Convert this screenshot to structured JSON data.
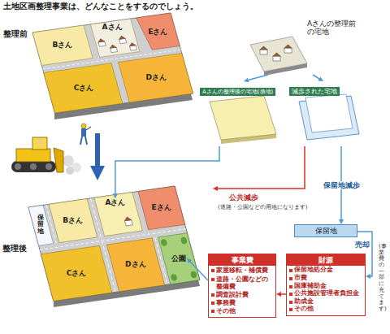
{
  "diagram": {
    "title": "土地区画整理事業は、どんなことをするのでしょう。",
    "nodes": [
      {
        "text": [
          "整理前"
        ]
      },
      {
        "text": [
          "Bさん"
        ],
        "in": 0
      },
      {
        "text": [
          "Aさん"
        ],
        "in": 0
      },
      {
        "text": [
          "Eさん"
        ],
        "in": 0
      },
      {
        "text": [
          "Cさん"
        ],
        "in": 0
      },
      {
        "text": [
          "Dさん"
        ],
        "in": 0
      },
      {
        "text": [
          "Aさんの整理前の宅地"
        ]
      },
      {
        "text": [
          "Aさんの整理後の宅地(換地)"
        ]
      },
      {
        "text": [
          "減歩された宅地"
        ]
      },
      {
        "text": [
          "整理後"
        ]
      },
      {
        "text": [
          "保留地"
        ],
        "in": 9
      },
      {
        "text": [
          "Bさん"
        ],
        "in": 9
      },
      {
        "text": [
          "Aさん"
        ],
        "in": 9
      },
      {
        "text": [
          "Eさん"
        ],
        "in": 9
      },
      {
        "text": [
          "Cさん"
        ],
        "in": 9
      },
      {
        "text": [
          "Dさん"
        ],
        "in": 9
      },
      {
        "text": [
          "公園"
        ],
        "in": 9
      },
      {
        "text": [
          "保留地"
        ]
      },
      {
        "text": [
          "事業費",
          "家屋移転・補償費",
          "道路・公園などの整備費",
          "調査設計費",
          "事務費",
          "その他"
        ]
      },
      {
        "text": [
          "財源",
          "保留地処分金",
          "市費",
          "国庫補助金",
          "公共施設管理者負担金",
          "助成金",
          "その他"
        ]
      }
    ],
    "edges": [
      {
        "from": 0,
        "to": 9,
        "arrow": "to"
      },
      {
        "from": 6,
        "to": 7,
        "arrow": "to"
      },
      {
        "from": 6,
        "to": 8,
        "arrow": "to"
      },
      {
        "from": 7,
        "to": 12,
        "arrow": "to"
      },
      {
        "from": 8,
        "to": 9,
        "label": "公共減歩",
        "arrow": "to"
      },
      {
        "from": 8,
        "to": 17,
        "label": "保留地減歩",
        "arrow": "to"
      },
      {
        "from": 17,
        "to": 19,
        "label": "売却",
        "arrow": "to"
      },
      {
        "from": 18,
        "to": 16,
        "arrow": "to"
      },
      {
        "from": 19,
        "to": 18,
        "arrow": "to"
      }
    ],
    "labels": [
      "(道路・公園などの用地になります)",
      "(事業費の一部に充てます)"
    ]
  }
}
